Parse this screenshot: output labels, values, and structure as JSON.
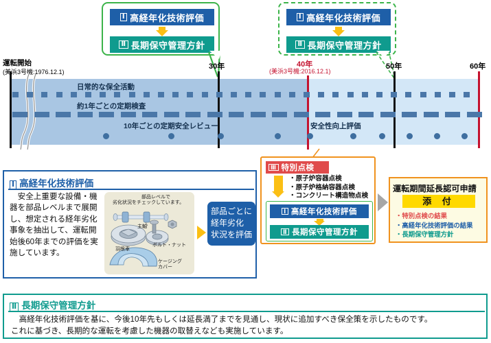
{
  "timeline": {
    "start_label_line1": "運転開始",
    "start_label_line2": "(美浜3号機:1976.12.1)",
    "ticks": [
      {
        "label": "30年",
        "sub": "",
        "color": "#111111"
      },
      {
        "label": "40年",
        "sub": "(美浜3号機:2016.12.1)",
        "color": "#c4122f"
      },
      {
        "label": "50年",
        "sub": "",
        "color": "#111111"
      },
      {
        "label": "60年",
        "sub": "",
        "color": "#c4122f"
      }
    ],
    "rows": [
      {
        "label": "日常的な保全活動"
      },
      {
        "label": "約1年ごとの定期検査"
      },
      {
        "label": "10年ごとの定期安全レビュー"
      },
      {
        "label": "安全性向上評価"
      }
    ]
  },
  "callout_30": {
    "item1": "高経年化技術評価",
    "item1_roman": "Ⅰ",
    "item2": "長期保守管理方針",
    "item2_roman": "Ⅱ"
  },
  "callout_40": {
    "item1": "高経年化技術評価",
    "item1_roman": "Ⅰ",
    "item2": "長期保守管理方針",
    "item2_roman": "Ⅱ"
  },
  "special_inspection": {
    "roman": "Ⅲ",
    "title": "特別点検",
    "bullets": [
      "・原子炉容器点検",
      "・原子炉格納容器点検",
      "・コンクリート構造物点検"
    ],
    "item1": "高経年化技術評価",
    "item1_roman": "Ⅰ",
    "item2": "長期保守管理方針",
    "item2_roman": "Ⅱ"
  },
  "application": {
    "title": "運転期間延長認可申請",
    "attach_label": "添 付",
    "items": [
      {
        "text": "・特別点検の結果",
        "color": "#e04b4b"
      },
      {
        "text": "・高経年化技術評価の結果",
        "color": "#1e5fa8"
      },
      {
        "text": "・長期保守管理方針",
        "color": "#0f9b8e"
      }
    ]
  },
  "section_one": {
    "roman": "Ⅰ",
    "title": "高経年化技術評価",
    "body": "　安全上重要な設備・機器を部品レベルまで展開し、想定される経年劣化事象を抽出して、運転開始後60年までの評価を実施しています。",
    "illustration": {
      "caption_line1": "部品レベルで",
      "caption_line2": "劣化状況をチェックしています。",
      "parts": [
        {
          "name": "主軸"
        },
        {
          "name": "ボルト・ナット"
        },
        {
          "name": "羽根車"
        },
        {
          "name": "ケージング",
          "name2": "カバー"
        }
      ]
    },
    "result_box": [
      "部品ごとに",
      "経年劣化",
      "状況を評価"
    ]
  },
  "section_two": {
    "roman": "Ⅱ",
    "title": "長期保守管理方針",
    "body_line1": "　高経年化技術評価を基に、今後10年先もしくは延長満了までを見通し、現状に追加すべき保全策を示したものです。",
    "body_line2": "これに基づき、長期的な運転を考慮した機器の取替えなども実施しています。"
  },
  "colors": {
    "blue": "#1e5fa8",
    "teal": "#0f9b8e",
    "red": "#e04b4b",
    "orange": "#f0921e",
    "green": "#3cb44a",
    "yellow": "#ffd900",
    "band_dark": "#a9c6e3",
    "band_light": "#d3e7f7"
  }
}
